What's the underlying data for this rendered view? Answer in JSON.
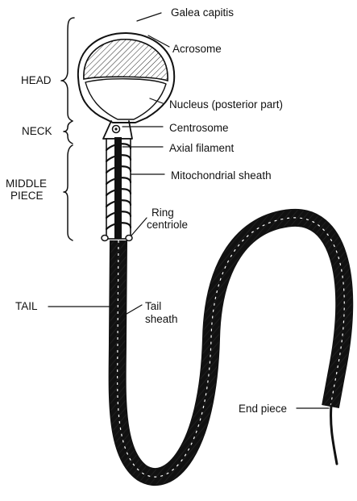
{
  "labels": {
    "galea_capitis": "Galea capitis",
    "acrosome": "Acrosome",
    "nucleus": "Nucleus (posterior part)",
    "centrosome": "Centrosome",
    "axial_filament": "Axial filament",
    "mitochondrial_sheath": "Mitochondrial sheath",
    "ring_centriole_line1": "Ring",
    "ring_centriole_line2": "centriole",
    "tail_sheath_line1": "Tail",
    "tail_sheath_line2": "sheath",
    "end_piece": "End piece"
  },
  "regions": {
    "head": "HEAD",
    "neck": "NECK",
    "middle_piece_line1": "MIDDLE",
    "middle_piece_line2": "PIECE",
    "tail": "TAIL"
  },
  "colors": {
    "ink": "#111111",
    "background": "#ffffff"
  }
}
